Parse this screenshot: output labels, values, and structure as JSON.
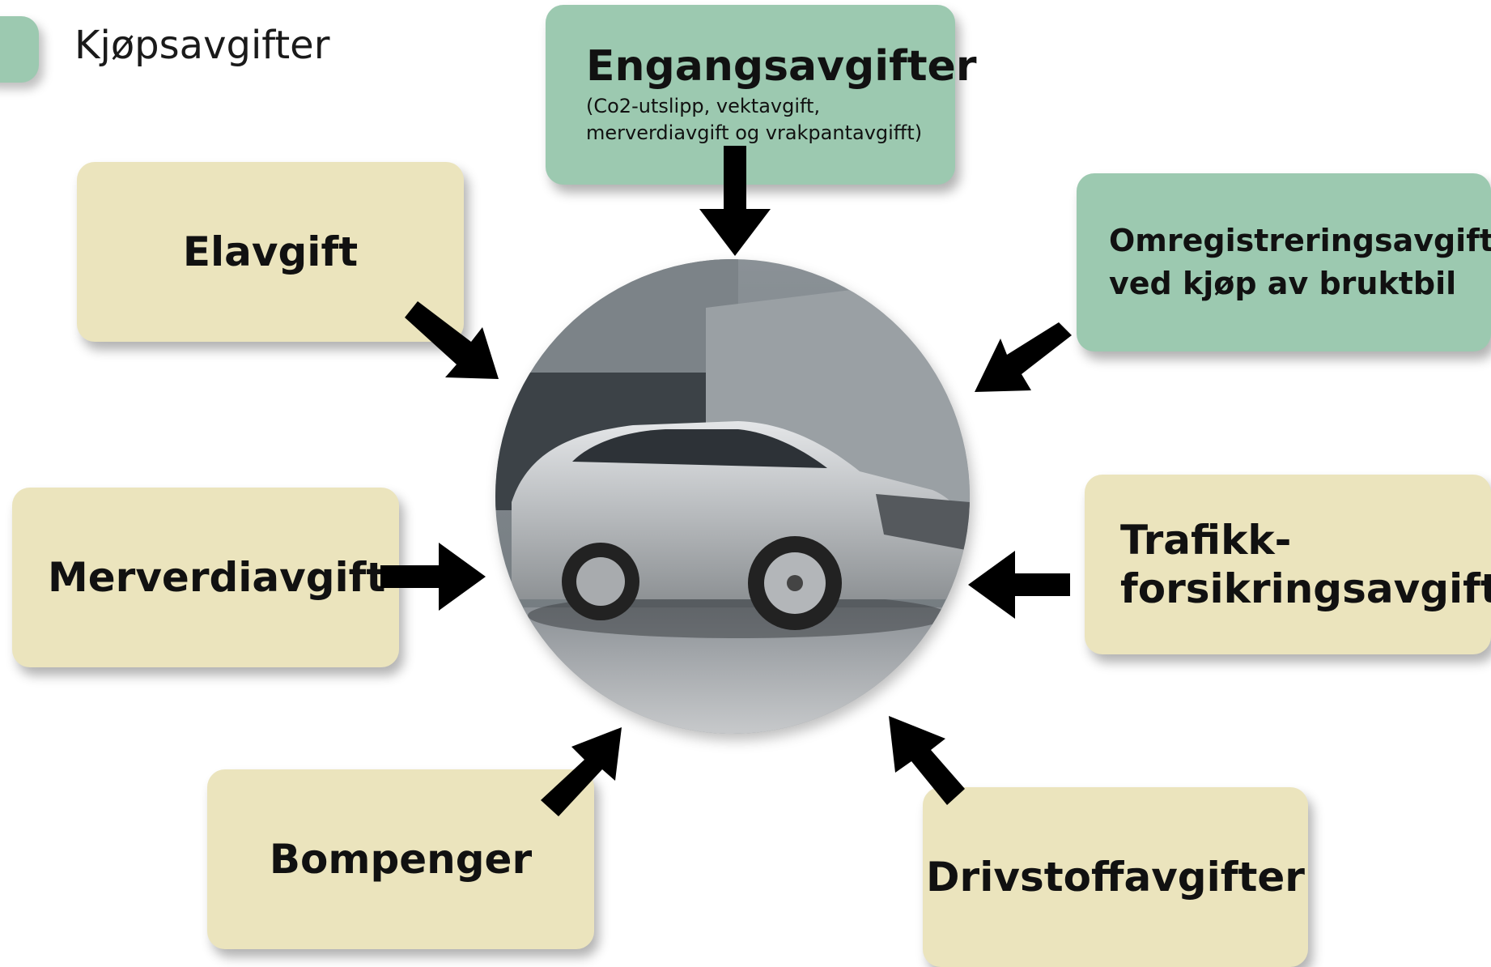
{
  "legend": {
    "label": "Kjøpsavgifter",
    "color": "#9cc9b0"
  },
  "center": {
    "image": "car-photo"
  },
  "boxes": {
    "engangsavgifter": {
      "title": "Engangsavgifter",
      "subtitle_line1": "(Co2-utslipp, vektavgift,",
      "subtitle_line2": "merverdiavgift og vrakpantavgifft)",
      "color": "#9cc9b0"
    },
    "elavgift": {
      "title": "Elavgift",
      "color": "#ebe4bd"
    },
    "omregistrering": {
      "line1": "Omregistreringsavgift",
      "line2": "ved kjøp av bruktbil",
      "color": "#9cc9b0"
    },
    "merverdiavgift": {
      "title": "Merverdiavgift",
      "color": "#ebe4bd"
    },
    "trafikk": {
      "line1": "Trafikk-",
      "line2": "forsikringsavgift",
      "color": "#ebe4bd"
    },
    "bompenger": {
      "title": "Bompenger",
      "color": "#ebe4bd"
    },
    "drivstoff": {
      "title": "Drivstoffavgifter",
      "color": "#ebe4bd"
    }
  }
}
